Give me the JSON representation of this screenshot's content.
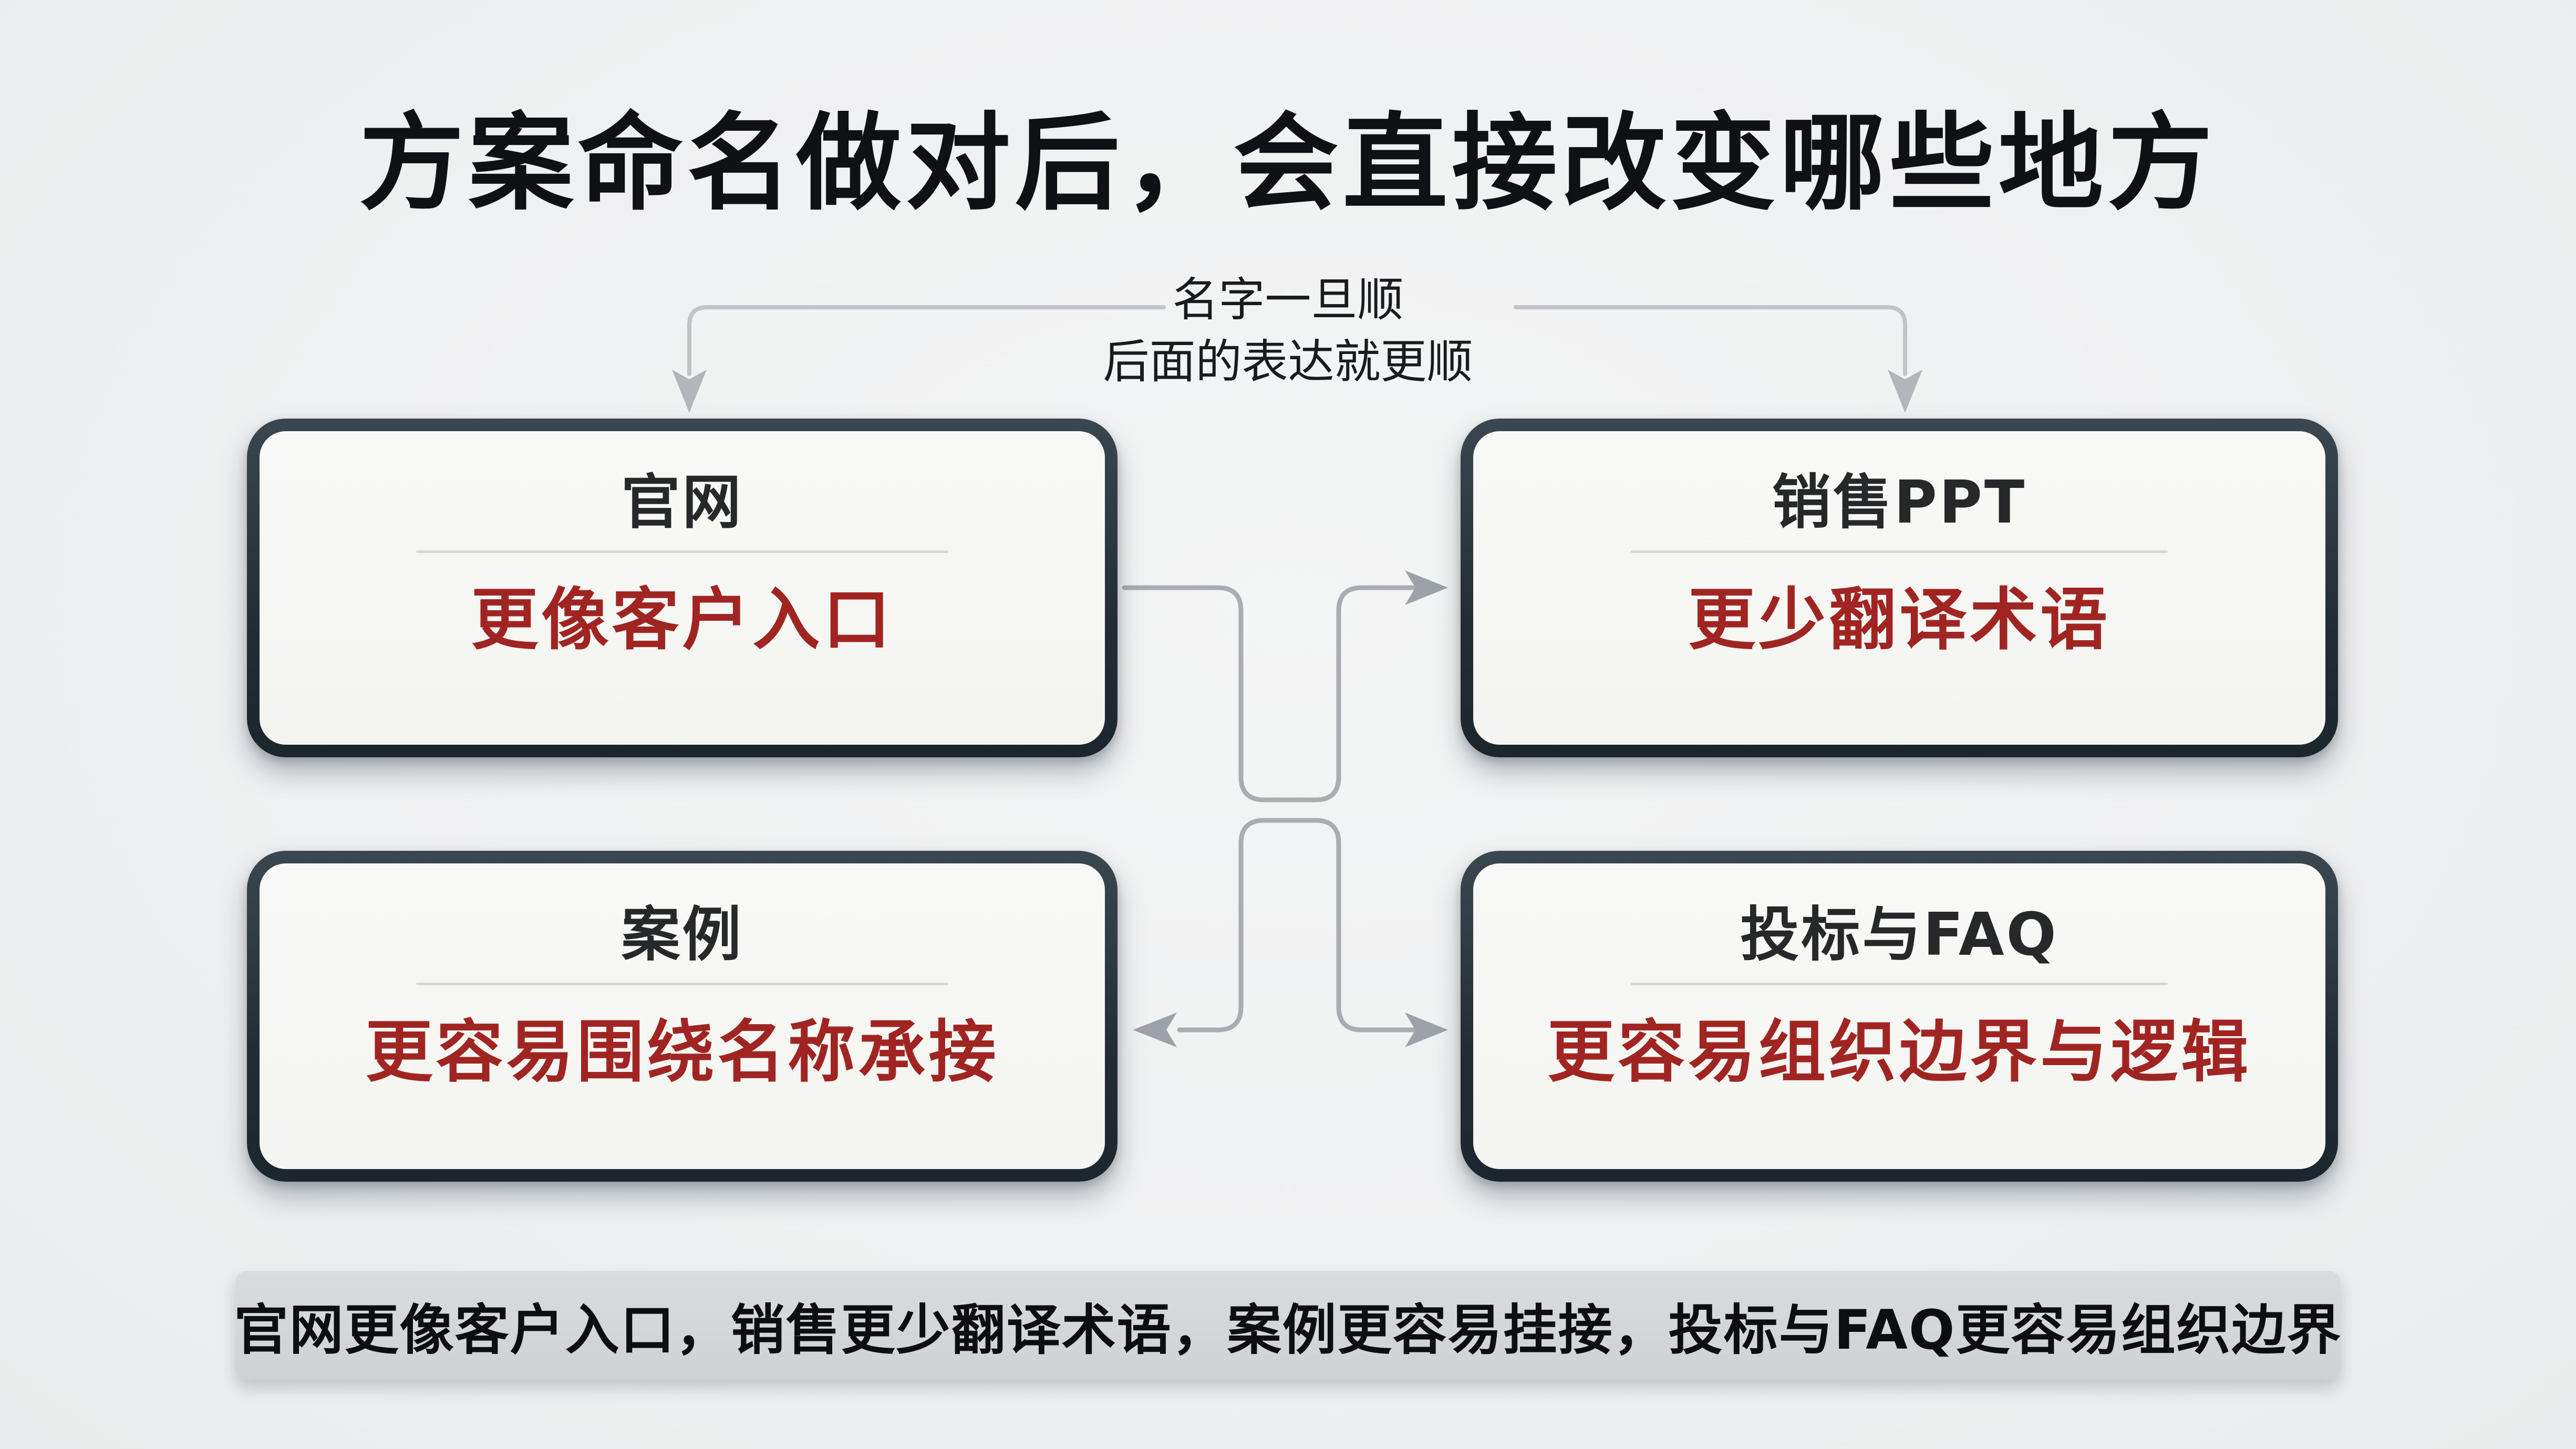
{
  "title": "方案命名做对后，会直接改变哪些地方",
  "annotation": {
    "line1": "名字一旦顺",
    "line2": "后面的表达就更顺"
  },
  "cards": [
    {
      "id": "official-site",
      "title": "官网",
      "highlight": "更像客户入口"
    },
    {
      "id": "sales-ppt",
      "title": "销售PPT",
      "highlight": "更少翻译术语"
    },
    {
      "id": "cases",
      "title": "案例",
      "highlight": "更容易围绕名称承接"
    },
    {
      "id": "bidding-faq",
      "title": "投标与FAQ",
      "highlight": "更容易组织边界与逻辑"
    }
  ],
  "summary": "官网更像客户入口，销售更少翻译术语，案例更容易挂接，投标与FAQ更容易组织边界",
  "connectors": {
    "annotation_to_left_card": "arrow-down",
    "annotation_to_right_card": "arrow-down",
    "left_card_to_right_card": "arrow-right",
    "center_to_bottom_left_card": "arrow-left",
    "center_to_bottom_right_card": "arrow-right"
  },
  "colors": {
    "background": "#eff0f1",
    "card_background": "#f7f7f5",
    "card_border": "#2d3841",
    "accent_red": "#a02522",
    "heading_text": "#101114",
    "card_title_text": "#27282a",
    "divider": "#d7d7d5",
    "connector_gray": "#a9adb1",
    "annotation_connector_gray": "#c0c3c7",
    "summary_background": "#d4d6d8",
    "summary_text": "#0d0e10"
  }
}
